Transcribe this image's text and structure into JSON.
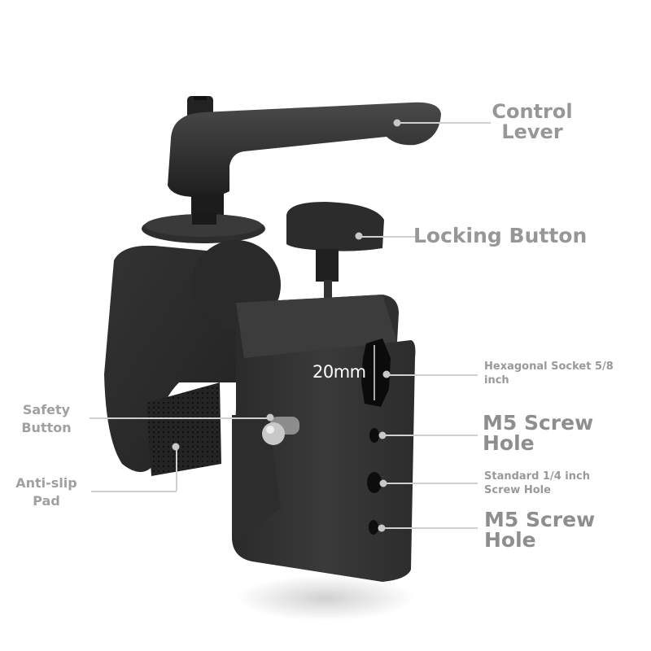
{
  "callouts": {
    "control_lever": {
      "line1": "Control",
      "line2": "Lever"
    },
    "locking_button": {
      "label": "Locking Button"
    },
    "hex_socket": {
      "line1": "Hexagonal Socket 5/8",
      "line2": "inch"
    },
    "m5_hole_top": {
      "line1": "M5 Screw",
      "line2": "Hole"
    },
    "standard_hole": {
      "line1": "Standard 1/4 inch",
      "line2": "Screw Hole"
    },
    "m5_hole_bottom": {
      "line1": "M5 Screw",
      "line2": "Hole"
    },
    "safety_button": {
      "line1": "Safety",
      "line2": "Button"
    },
    "anti_slip_pad": {
      "line1": "Anti-slip",
      "line2": "Pad"
    }
  },
  "dimension": {
    "socket_size": "20mm"
  },
  "colors": {
    "background": "#ffffff",
    "label_text": "#9b9b9b",
    "leader_line": "#cfcfcf",
    "metal_dark": "#2b2b2b",
    "metal_mid": "#3a3a3a"
  }
}
